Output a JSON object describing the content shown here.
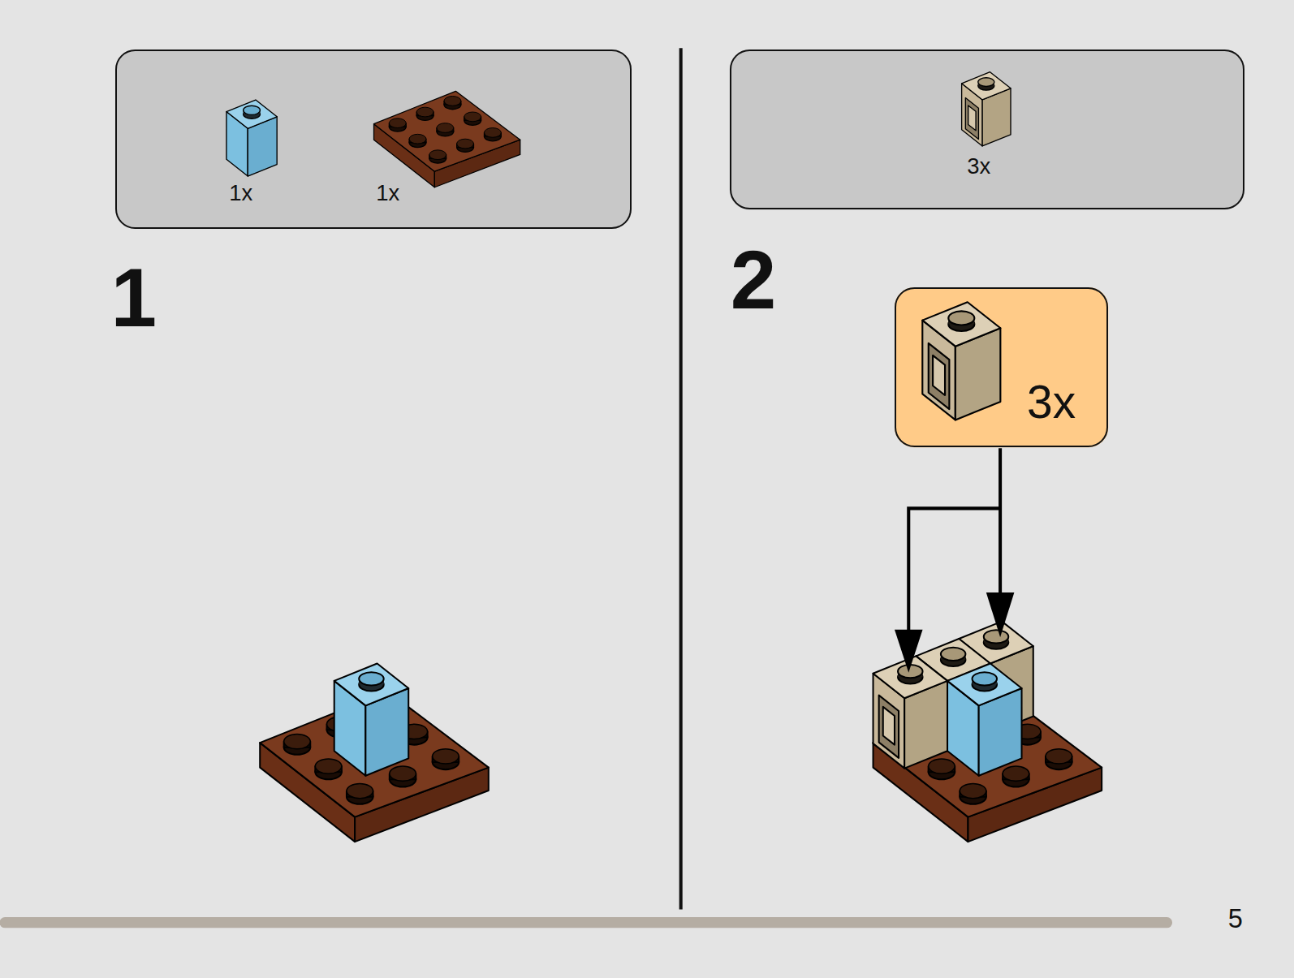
{
  "diagram": {
    "nodes": [
      {
        "text": [
          "1x",
          "1x"
        ]
      },
      {
        "text": [
          "3x"
        ]
      },
      {
        "text": [
          "3x"
        ]
      }
    ],
    "labels": [
      "1",
      "2",
      "5"
    ]
  }
}
